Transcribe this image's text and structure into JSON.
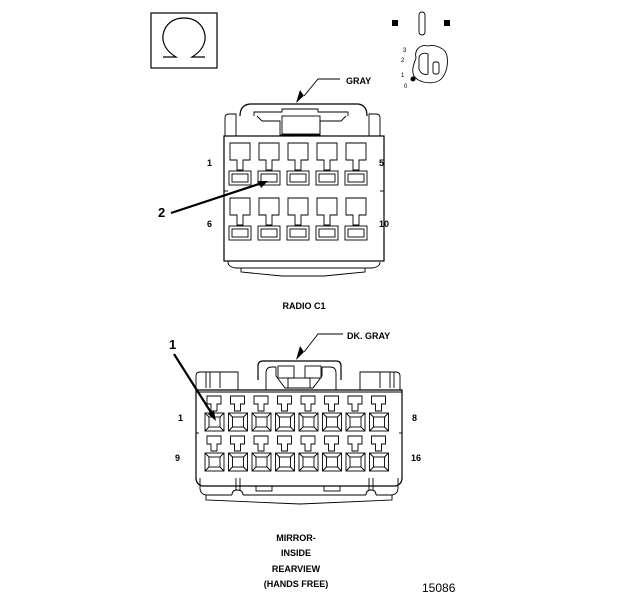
{
  "figure_number": "15086",
  "symbols": {
    "ohm_icon": "ohm-symbol",
    "key_icon": "ignition-key-symbol",
    "key_positions": [
      "3",
      "2",
      "1",
      "0"
    ]
  },
  "connectors": [
    {
      "name": "RADIO C1",
      "color_label": "GRAY",
      "callout": "2",
      "pin_labels": {
        "top_left": "1",
        "top_right": "5",
        "bottom_left": "6",
        "bottom_right": "10"
      },
      "rows": 2,
      "cols": 5
    },
    {
      "name_lines": [
        "MIRROR-",
        "INSIDE",
        "REARVIEW",
        "(HANDS FREE)"
      ],
      "color_label": "DK. GRAY",
      "callout": "1",
      "pin_labels": {
        "top_left": "1",
        "top_right": "8",
        "bottom_left": "9",
        "bottom_right": "16"
      },
      "rows": 2,
      "cols": 8
    }
  ]
}
